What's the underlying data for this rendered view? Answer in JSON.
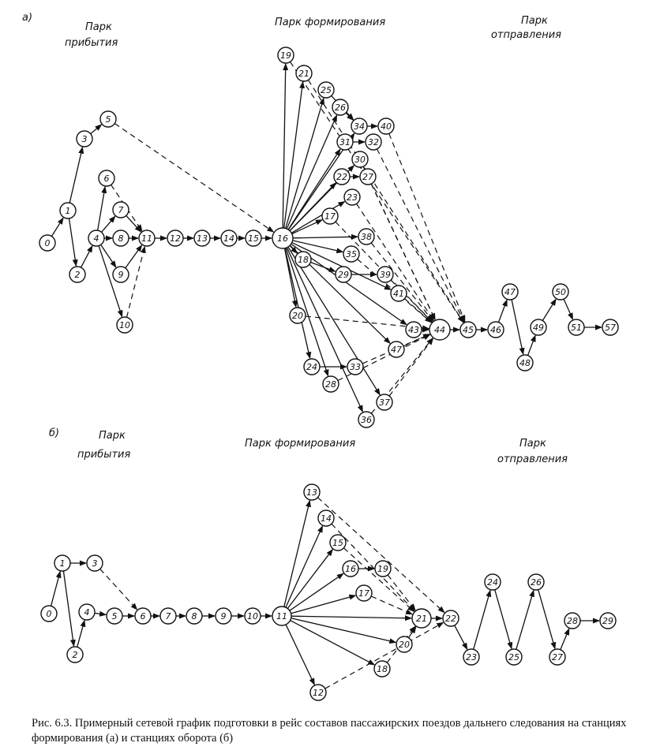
{
  "part_a": {
    "letter": "а)",
    "labels": {
      "arrival": [
        "Парк",
        "прибытия"
      ],
      "formation": [
        "Парк формирования"
      ],
      "departure": [
        "Парк",
        "отправления"
      ]
    },
    "nodes": [
      {
        "id": "a0",
        "label": "0"
      },
      {
        "id": "a1",
        "label": "1"
      },
      {
        "id": "a2",
        "label": "2"
      },
      {
        "id": "a3",
        "label": "3"
      },
      {
        "id": "a4",
        "label": "4"
      },
      {
        "id": "a5",
        "label": "5"
      },
      {
        "id": "a6",
        "label": "6"
      },
      {
        "id": "a7",
        "label": "7"
      },
      {
        "id": "a8",
        "label": "8"
      },
      {
        "id": "a9",
        "label": "9"
      },
      {
        "id": "a10",
        "label": "10"
      },
      {
        "id": "a11",
        "label": "11"
      },
      {
        "id": "a12",
        "label": "12"
      },
      {
        "id": "a13",
        "label": "13"
      },
      {
        "id": "a14",
        "label": "14"
      },
      {
        "id": "a15",
        "label": "15"
      },
      {
        "id": "a16",
        "label": "16"
      },
      {
        "id": "a17",
        "label": "17"
      },
      {
        "id": "a18",
        "label": "18"
      },
      {
        "id": "a19",
        "label": "19"
      },
      {
        "id": "a20",
        "label": "20"
      },
      {
        "id": "a21",
        "label": "21"
      },
      {
        "id": "a22",
        "label": "22"
      },
      {
        "id": "a23",
        "label": "23"
      },
      {
        "id": "a24",
        "label": "24"
      },
      {
        "id": "a25",
        "label": "25"
      },
      {
        "id": "a26",
        "label": "26"
      },
      {
        "id": "a27",
        "label": "27"
      },
      {
        "id": "a28",
        "label": "28"
      },
      {
        "id": "a29",
        "label": "29"
      },
      {
        "id": "a30",
        "label": "30"
      },
      {
        "id": "a31",
        "label": "31"
      },
      {
        "id": "a32",
        "label": "32"
      },
      {
        "id": "a33",
        "label": "33"
      },
      {
        "id": "a34",
        "label": "34"
      },
      {
        "id": "a35",
        "label": "35"
      },
      {
        "id": "a36",
        "label": "36"
      },
      {
        "id": "a37",
        "label": "37"
      },
      {
        "id": "a38",
        "label": "38"
      },
      {
        "id": "a39",
        "label": "39"
      },
      {
        "id": "a40",
        "label": "40"
      },
      {
        "id": "a41",
        "label": "41"
      },
      {
        "id": "a43",
        "label": "43"
      },
      {
        "id": "a44",
        "label": "44"
      },
      {
        "id": "a45",
        "label": "45"
      },
      {
        "id": "a46",
        "label": "46"
      },
      {
        "id": "a47",
        "label": "47"
      },
      {
        "id": "a47b",
        "label": "47"
      },
      {
        "id": "a48",
        "label": "48"
      },
      {
        "id": "a49",
        "label": "49"
      },
      {
        "id": "a50",
        "label": "50"
      },
      {
        "id": "a51",
        "label": "51"
      },
      {
        "id": "a57",
        "label": "57"
      }
    ]
  },
  "part_b": {
    "letter": "б)",
    "labels": {
      "arrival": [
        "Парк",
        "прибытия"
      ],
      "formation": [
        "Парк формирования"
      ],
      "departure": [
        "Парк",
        "отправления"
      ]
    },
    "nodes": [
      {
        "id": "b0",
        "label": "0"
      },
      {
        "id": "b1",
        "label": "1"
      },
      {
        "id": "b2",
        "label": "2"
      },
      {
        "id": "b3",
        "label": "3"
      },
      {
        "id": "b4",
        "label": "4"
      },
      {
        "id": "b5",
        "label": "5"
      },
      {
        "id": "b6",
        "label": "6"
      },
      {
        "id": "b7",
        "label": "7"
      },
      {
        "id": "b8",
        "label": "8"
      },
      {
        "id": "b9",
        "label": "9"
      },
      {
        "id": "b10",
        "label": "10"
      },
      {
        "id": "b11",
        "label": "11"
      },
      {
        "id": "b12",
        "label": "12"
      },
      {
        "id": "b13",
        "label": "13"
      },
      {
        "id": "b14",
        "label": "14"
      },
      {
        "id": "b15",
        "label": "15"
      },
      {
        "id": "b16",
        "label": "16"
      },
      {
        "id": "b17",
        "label": "17"
      },
      {
        "id": "b18",
        "label": "18"
      },
      {
        "id": "b19",
        "label": "19"
      },
      {
        "id": "b20",
        "label": "20"
      },
      {
        "id": "b21",
        "label": "21"
      },
      {
        "id": "b22",
        "label": "22"
      },
      {
        "id": "b23",
        "label": "23"
      },
      {
        "id": "b24",
        "label": "24"
      },
      {
        "id": "b25",
        "label": "25"
      },
      {
        "id": "b26",
        "label": "26"
      },
      {
        "id": "b27",
        "label": "27"
      },
      {
        "id": "b28",
        "label": "28"
      },
      {
        "id": "b29",
        "label": "29"
      }
    ]
  },
  "caption": "Рис. 6.3. Примерный сетевой график подготовки в рейс составов пассажирских поездов дальнего следования на станциях формирования (а) и станциях оборота (б)"
}
